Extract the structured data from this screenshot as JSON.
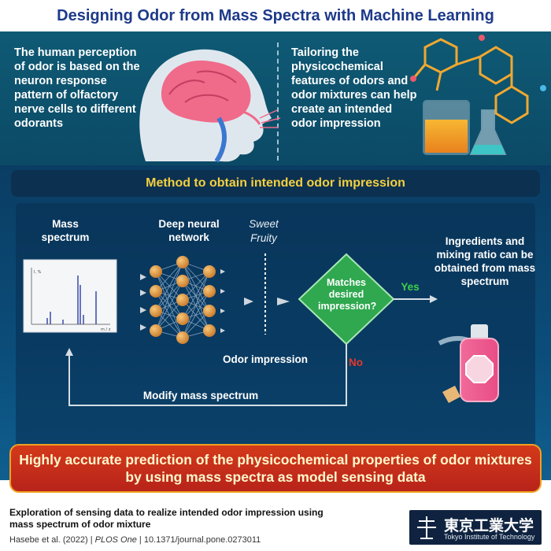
{
  "title": "Designing Odor from Mass Spectra with Machine Learning",
  "intro": {
    "left_text": "The human perception of odor is based on the neuron response pattern of olfactory nerve cells to different odorants",
    "right_text": "Tailoring the physicochemical features of odors and odor mixtures can help create an intended odor impression"
  },
  "method_title": "Method to obtain intended odor impression",
  "flow": {
    "mass_spectrum": "Mass spectrum",
    "dnn": "Deep neural network",
    "impression_example_1": "Sweet",
    "impression_example_2": "Fruity",
    "odor_impression": "Odor impression",
    "decision": "Matches desired impression?",
    "yes": "Yes",
    "no": "No",
    "modify": "Modify mass spectrum",
    "result": "Ingredients and mixing ratio can be obtained from mass spectrum",
    "spectrum_axis_y": "I, %",
    "spectrum_axis_x": "m / z"
  },
  "banner": "Highly accurate prediction of the physicochemical properties of odor mixtures by using mass spectra as model sensing data",
  "footer": {
    "paper_title": "Exploration of sensing data to realize intended odor impression using mass spectrum of odor mixture",
    "authors": "Hasebe et al. (2022)",
    "journal": "PLOS One",
    "doi": "10.1371/journal.pone.0273011",
    "separator": "|",
    "logo_jp": "東京工業大学",
    "logo_en": "Tokyo Institute of Technology"
  },
  "colors": {
    "title": "#1d3a8a",
    "accent_yellow": "#f4d03f",
    "yes_green": "#3ecf4a",
    "no_red": "#e8372a",
    "diamond_green": "#2fa84f",
    "neuron_orange": "#e8a24a"
  }
}
